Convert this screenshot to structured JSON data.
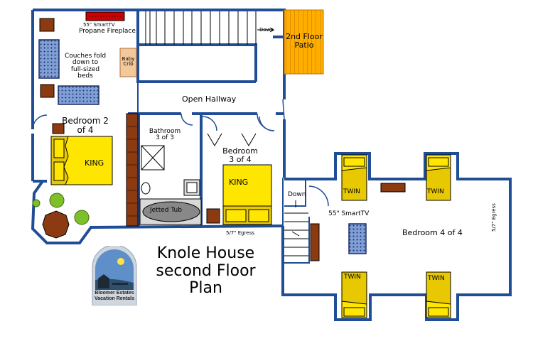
{
  "plan": {
    "title_lines": [
      "Knole House",
      "second Floor",
      "Plan"
    ],
    "logo": {
      "line1": "Bloomer Estates",
      "line2": "Vacation Rentals"
    },
    "labels": {
      "tv_top": "55\" SmartTV",
      "fireplace": "Propane Fireplace",
      "couches": [
        "Couches fold",
        "down to",
        "full-sized",
        "beds"
      ],
      "baby_crib": [
        "Baby",
        "Crib"
      ],
      "down_top": "Down",
      "patio": [
        "2nd Floor",
        "Patio"
      ],
      "hallway": "Open Hallway",
      "bedroom2": [
        "Bedroom 2",
        "of 4"
      ],
      "bathroom": [
        "Bathroom",
        "3 of 3"
      ],
      "bedroom3": [
        "Bedroom",
        "3 of 4"
      ],
      "king1": "KING",
      "king2": "KING",
      "jetted_tub": "Jetted Tub",
      "egress_57_bottom": "5/7\" Egress",
      "down_right": "Down",
      "tv_right": "55\" SmartTV",
      "bedroom4": "Bedroom 4 of 4",
      "egress_57_side": "5/7\" Egress",
      "twin": "TWIN"
    },
    "colors": {
      "wall": "#1f4e96",
      "bed": "#ffe600",
      "patio": "#ffae00",
      "wood": "#8b3a12",
      "sofa": "#7f9fd6",
      "plant": "#7ec02a",
      "fireplace": "#d00000"
    }
  }
}
